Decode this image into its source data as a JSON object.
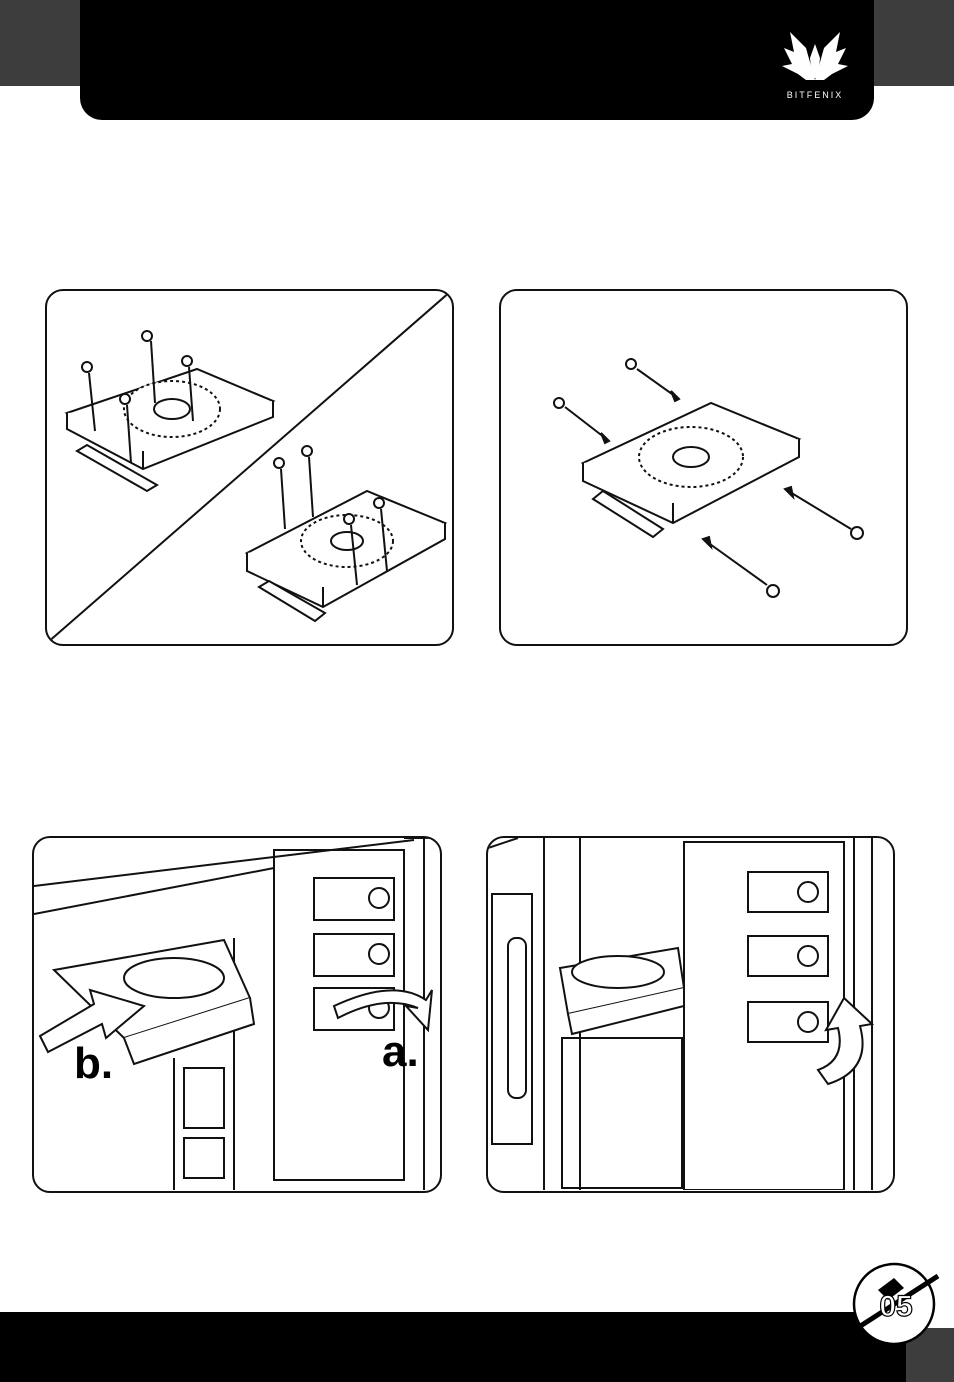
{
  "brand": {
    "logo_text": "BITFENIX"
  },
  "steps": {
    "label_a": "a.",
    "label_b": "b."
  },
  "page": {
    "number": "05"
  },
  "colors": {
    "header": "#000000",
    "tab": "#3d3d3d",
    "page_bg": "#ffffff",
    "line": "#111111"
  },
  "icons": [
    "bitfenix-logo",
    "screw-icon",
    "arrow-icon",
    "rotate-arrow-icon",
    "ssd-adapter",
    "drive-cage"
  ]
}
